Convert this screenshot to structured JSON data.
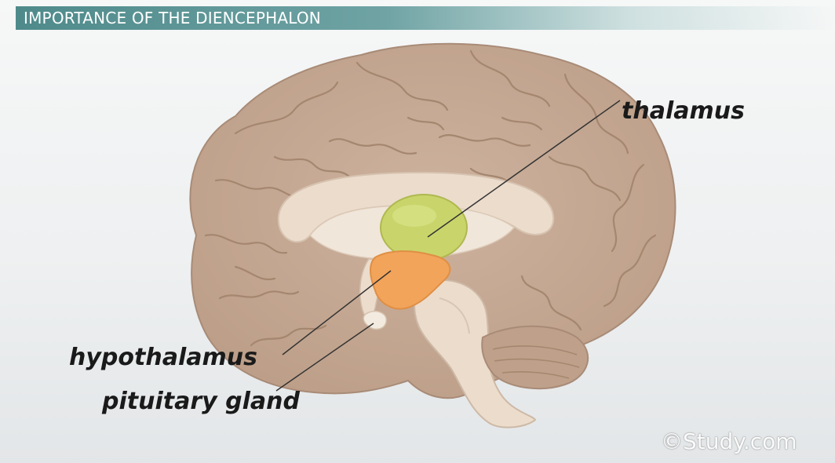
{
  "header": {
    "title": "IMPORTANCE OF THE DIENCEPHALON"
  },
  "labels": {
    "thalamus": "thalamus",
    "hypothalamus": "hypothalamus",
    "pituitary": "pituitary gland"
  },
  "watermark": "Study.com",
  "colors": {
    "title_bar": "#5b9495",
    "brain": "#c7ab97",
    "thalamus": "#c9d56a",
    "hypothalamus": "#f2a45a",
    "inner_structures": "#ecdccc"
  }
}
